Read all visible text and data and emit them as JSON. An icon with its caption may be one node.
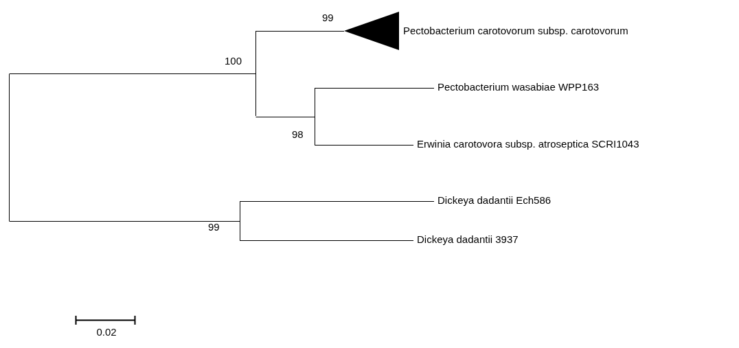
{
  "diagram": {
    "nodes": [
      {
        "text": [],
        "shape": "bar"
      },
      {
        "text": [],
        "shape": "bar",
        "beside": [
          "100"
        ]
      },
      {
        "text": [],
        "shape": "triangle",
        "beside": [
          "99",
          "Pectobacterium carotovorum subsp. carotovorum"
        ]
      },
      {
        "text": [],
        "shape": "bar",
        "beside": [
          "98"
        ]
      },
      {
        "text": [
          "Pectobacterium wasabiae WPP163"
        ]
      },
      {
        "text": [
          "Erwinia carotovora subsp. atroseptica SCRI1043"
        ]
      },
      {
        "text": [],
        "shape": "bar",
        "beside": [
          "99"
        ]
      },
      {
        "text": [
          "Dickeya dadantii Ech586"
        ]
      },
      {
        "text": [
          "Dickeya dadantii 3937"
        ]
      }
    ],
    "edges": [
      {
        "from": 0,
        "to": 1,
        "arrow": "none"
      },
      {
        "from": 1,
        "to": 2,
        "arrow": "none"
      },
      {
        "from": 1,
        "to": 3,
        "arrow": "none"
      },
      {
        "from": 3,
        "to": 4,
        "arrow": "none"
      },
      {
        "from": 3,
        "to": 5,
        "arrow": "none"
      },
      {
        "from": 0,
        "to": 6,
        "arrow": "none"
      },
      {
        "from": 6,
        "to": 7,
        "arrow": "none"
      },
      {
        "from": 6,
        "to": 8,
        "arrow": "none"
      }
    ],
    "labels": [
      "0.02"
    ]
  }
}
